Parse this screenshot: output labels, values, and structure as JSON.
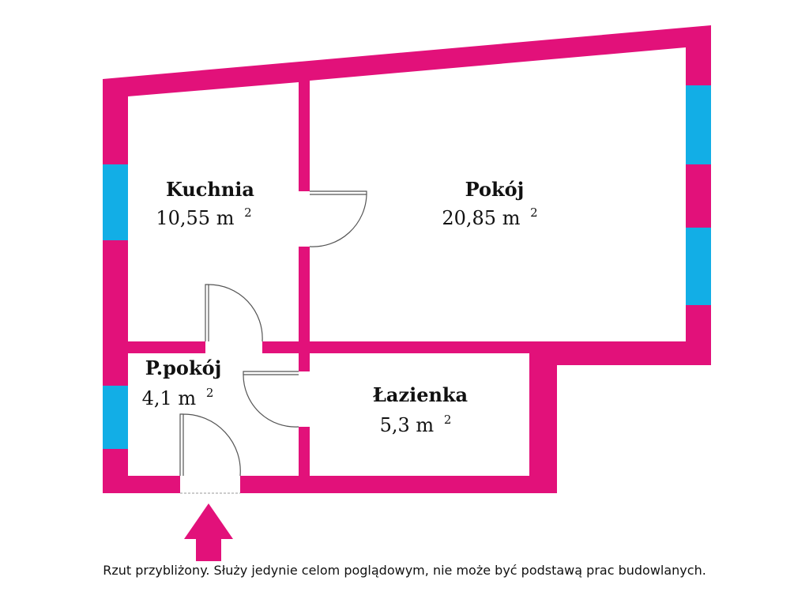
{
  "colors": {
    "wall": "#e2117a",
    "window": "#12aee6",
    "background": "#ffffff",
    "door_line": "#555555",
    "text": "#111111"
  },
  "rooms": [
    {
      "name": "Kuchnia",
      "area": "10,55 m",
      "sup": "2"
    },
    {
      "name": "Pokój",
      "area": "20,85 m",
      "sup": "2"
    },
    {
      "name": "P.pokój",
      "area": "4,1 m",
      "sup": "2"
    },
    {
      "name": "Łazienka",
      "area": "5,3 m",
      "sup": "2"
    }
  ],
  "entrance_icon": "entrance-arrow-icon",
  "disclaimer": "Rzut przybliżony. Służy jedynie celom poglądowym, nie może być podstawą prac budowlanych."
}
